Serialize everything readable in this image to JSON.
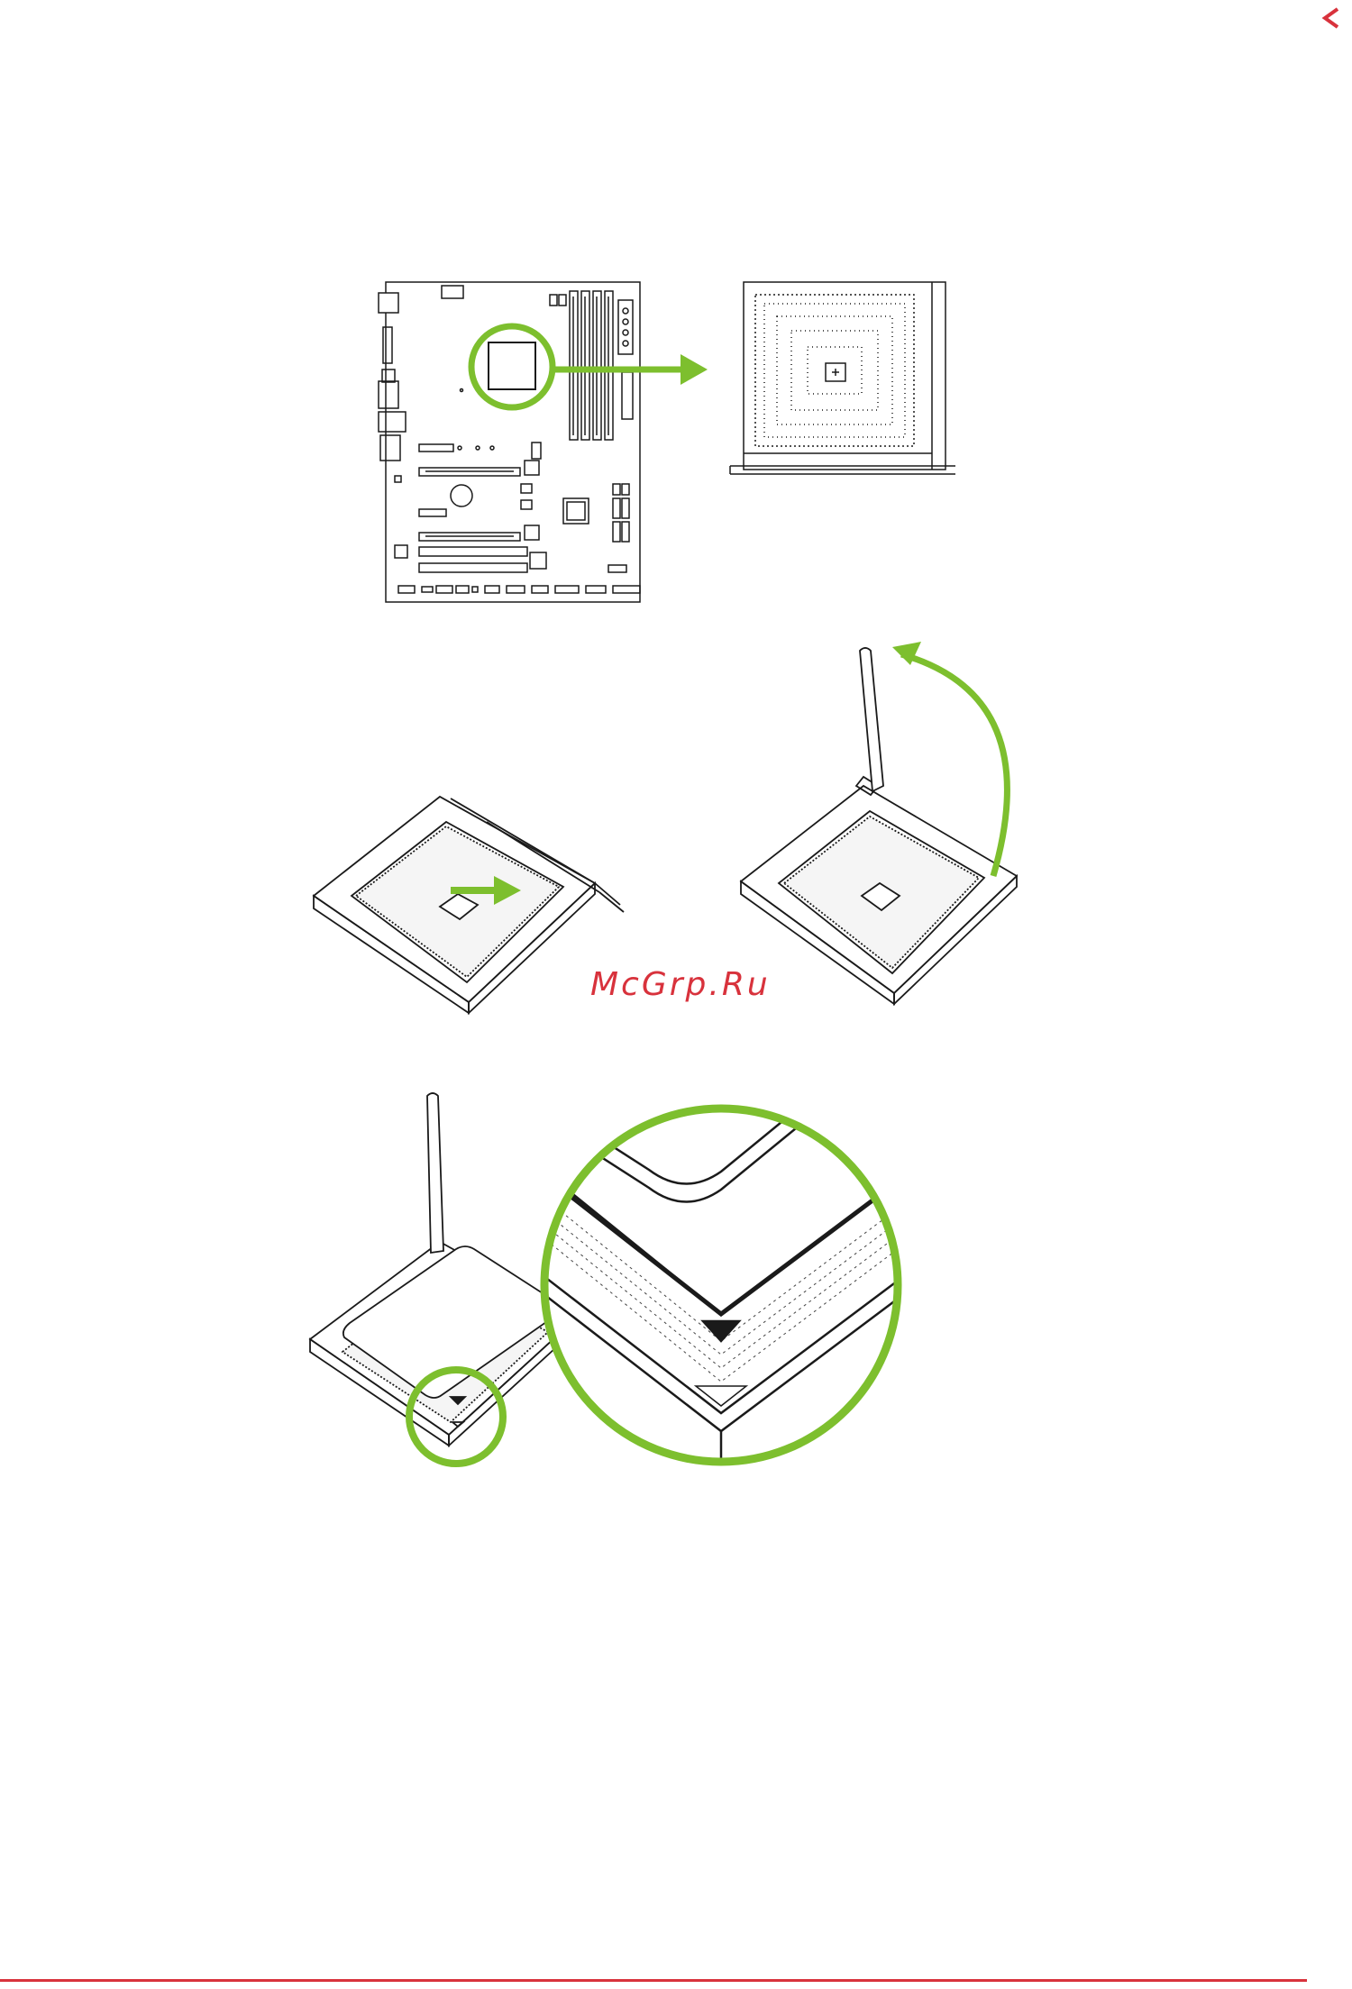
{
  "watermark": {
    "text": "McGrp.Ru"
  },
  "colors": {
    "accent_green": "#7dbf2e",
    "brand_red": "#d8323c",
    "line": "#1a1a1a"
  },
  "icons": {
    "back": "chevron-left-icon"
  },
  "figures": [
    {
      "id": "motherboard-overview",
      "description_icon": "motherboard-icon"
    },
    {
      "id": "socket-lever-raise",
      "description_icon": "socket-icon"
    },
    {
      "id": "cpu-alignment",
      "description_icon": "cpu-icon"
    }
  ]
}
